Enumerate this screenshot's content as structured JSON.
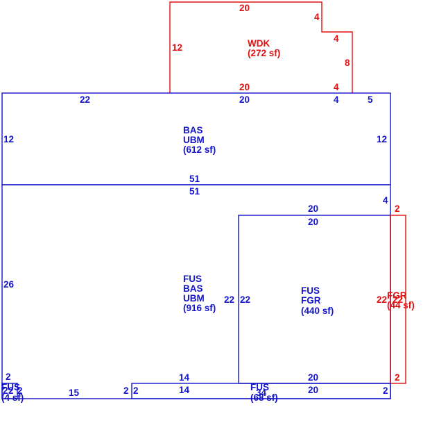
{
  "colors": {
    "blue": "#1414c8",
    "red": "#e01010"
  },
  "wdk": {
    "dims": {
      "top": "20",
      "step_right": "4",
      "step_top": "4",
      "right": "8",
      "bottom_right": "4",
      "bottom": "20",
      "left": "12"
    },
    "label": "WDK",
    "area": "(272 sf)"
  },
  "bas": {
    "dims": {
      "top_left": "22",
      "top_mid": "20",
      "top_small": "4",
      "top_right": "5",
      "left": "12",
      "right": "12",
      "bottom": "51"
    },
    "label1": "BAS",
    "label2": "UBM",
    "area": "(612 sf)"
  },
  "fus_main": {
    "dims": {
      "top": "51",
      "left": "26",
      "right_top": "4",
      "left_small": "2",
      "bottom_mid": "14",
      "bottom_right_piece": "2"
    },
    "label1": "FUS",
    "label2": "BAS",
    "label3": "UBM",
    "area": "(916 sf)"
  },
  "fus_fgr": {
    "dims": {
      "top_outer": "20",
      "top_inner": "20",
      "left_outer": "22",
      "left_inner": "22",
      "bottom": "20"
    },
    "label1": "FUS",
    "label2": "FGR",
    "area": "(440 sf)"
  },
  "fgr": {
    "dims": {
      "top": "2",
      "left": "22",
      "right": "22",
      "bottom": "2"
    },
    "label": "FGR",
    "area": "(44 sf)"
  },
  "fus_strip": {
    "dims": {
      "top": "14",
      "left": "2",
      "right": "2",
      "bottom": "20",
      "bottom2": "34"
    },
    "label": "FUS",
    "area": "(68 sf)"
  },
  "fus_small": {
    "dims": {
      "bottom": "15",
      "right": "2",
      "a": "2",
      "b": "2",
      "c": "2"
    },
    "label": "FUS",
    "area": "(4 sf)"
  }
}
